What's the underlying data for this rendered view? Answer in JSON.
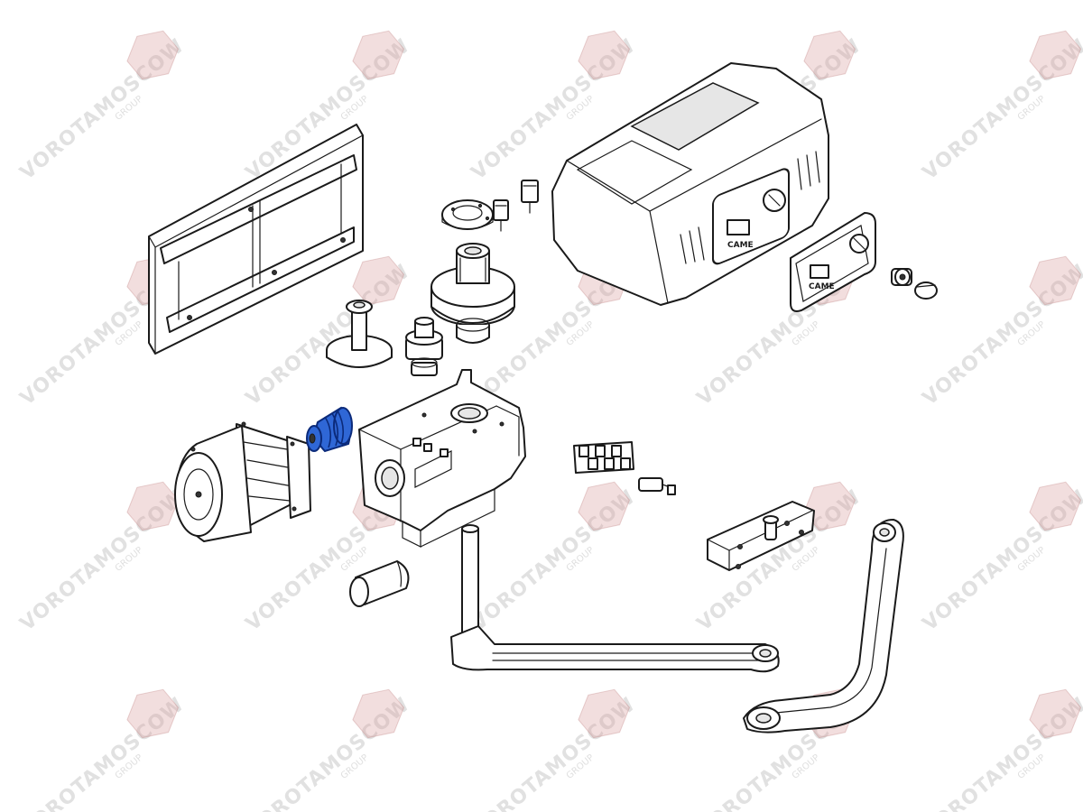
{
  "watermark": {
    "text": "VOROTAMOSCOW",
    "sub": "GROUP",
    "logo": "gate-logo-icon",
    "color": "#c9c9c9"
  },
  "brand": {
    "cover_label": "CAME",
    "plate_label": "CAME"
  },
  "highlight": {
    "part": "worm-screw",
    "color": "#2f67d6"
  }
}
